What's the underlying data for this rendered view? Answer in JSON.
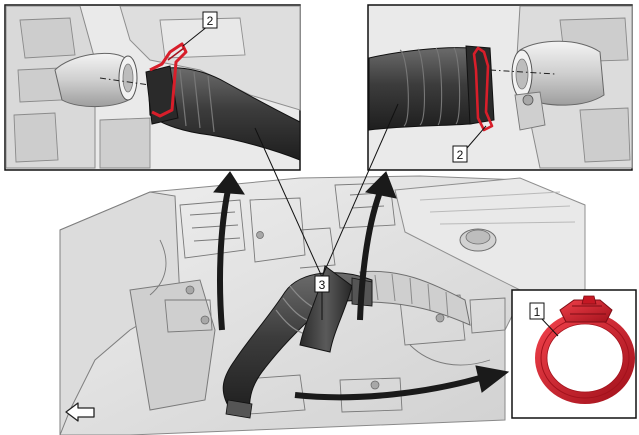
{
  "callouts": {
    "left_inset": "2",
    "right_inset": "2",
    "hoses": "3",
    "clamp": "1"
  },
  "colors": {
    "clamp_red": "#d81e2a",
    "clamp_red_dark": "#a3121c",
    "hose_dark": "#3a3a3a",
    "engine_light": "#e3e3e3",
    "line": "#222222"
  },
  "icons": [
    "front-direction-arrow-icon"
  ]
}
